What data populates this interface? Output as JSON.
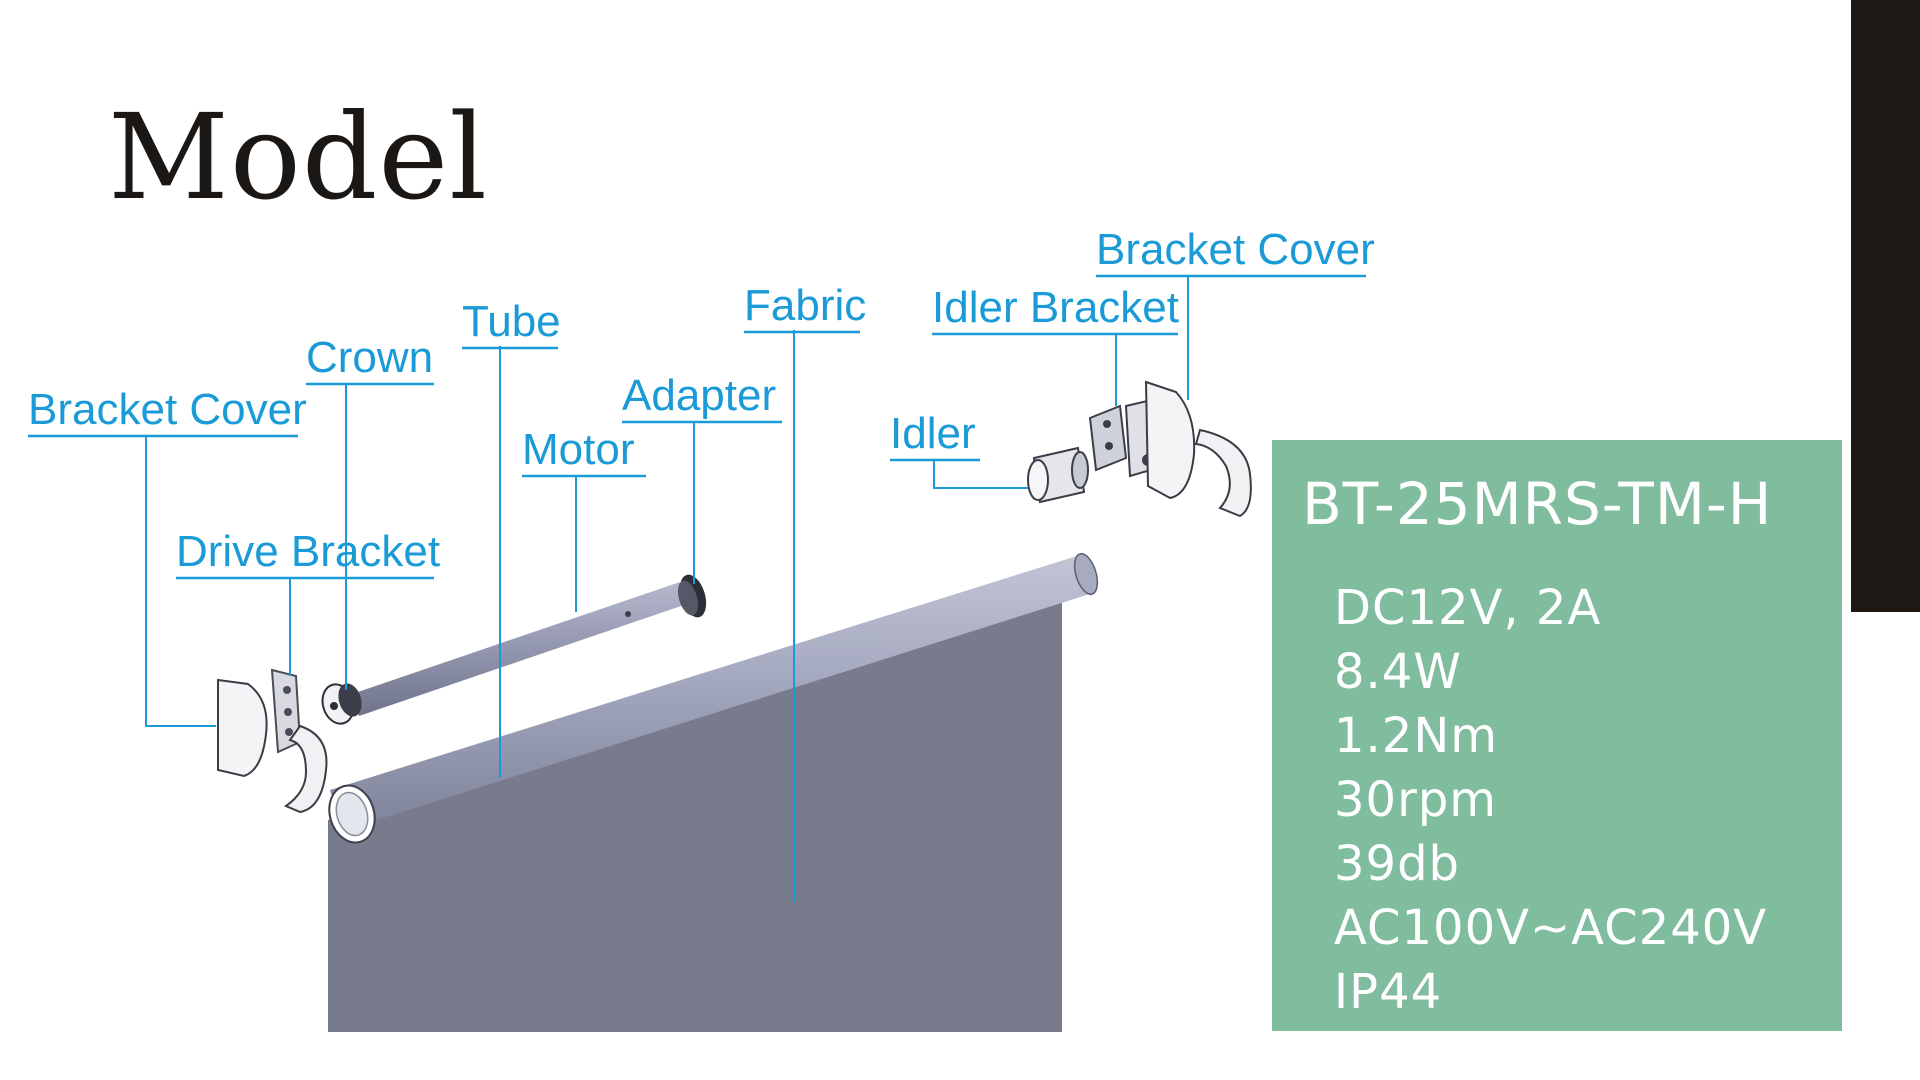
{
  "title": "Model",
  "parts": {
    "bracket_cover_left": "Bracket Cover",
    "crown": "Crown",
    "tube": "Tube",
    "fabric": "Fabric",
    "adapter": "Adapter",
    "motor": "Motor",
    "drive_bracket": "Drive Bracket",
    "idler_bracket": "Idler Bracket",
    "bracket_cover_right": "Bracket Cover",
    "idler": "Idler"
  },
  "specs": {
    "model": "BT-25MRS-TM-H",
    "items": [
      "DC12V, 2A",
      "8.4W",
      "1.2Nm",
      "30rpm",
      "39db",
      "AC100V~AC240V",
      "IP44"
    ]
  },
  "colors": {
    "label": "#1a9bd7",
    "spec_box": "#80bd9e",
    "fabric": "#787b8b",
    "tube": "#9ea2b8",
    "dark_bar": "#1d1814"
  }
}
